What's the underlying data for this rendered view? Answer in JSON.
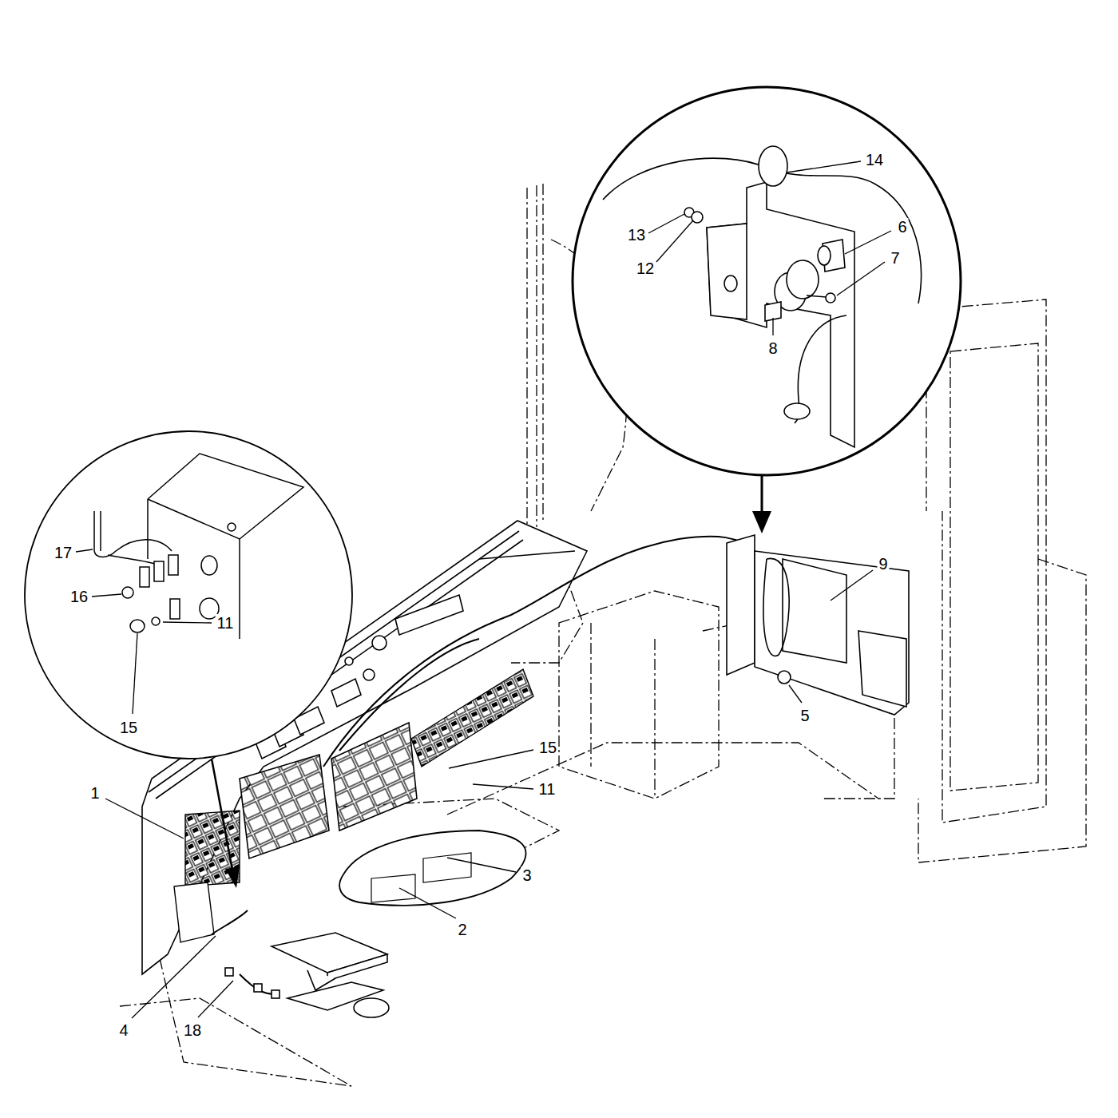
{
  "diagram": {
    "labels": [
      "14",
      "6",
      "13",
      "7",
      "12",
      "8",
      "17",
      "9",
      "16",
      "11",
      "5",
      "15",
      "15",
      "11",
      "1",
      "3",
      "2",
      "4",
      "18"
    ]
  }
}
